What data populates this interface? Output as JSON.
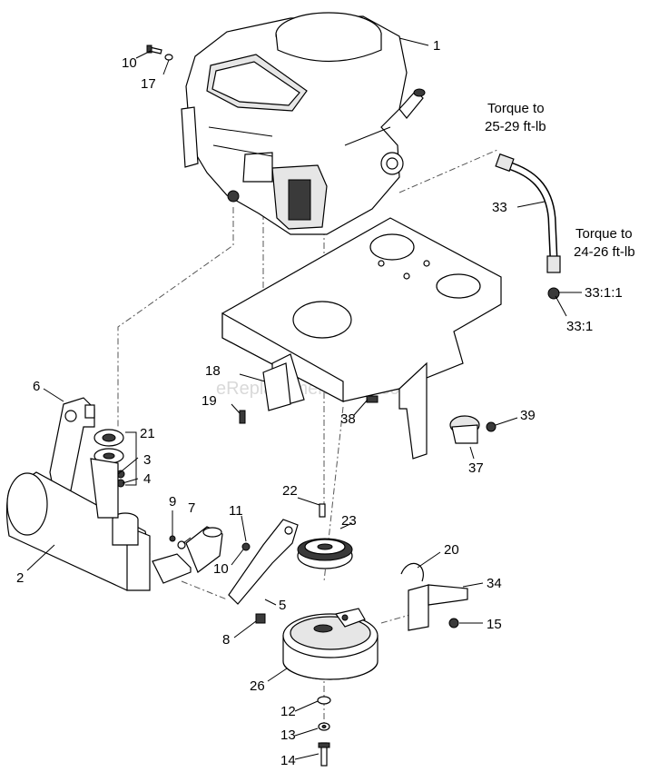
{
  "watermark": "eReplacementParts.com",
  "notes": {
    "torque_a_line1": "Torque to",
    "torque_a_line2": "25-29 ft-lb",
    "torque_b_line1": "Torque to",
    "torque_b_line2": "24-26 ft-lb"
  },
  "callouts": {
    "c1": "1",
    "c10a": "10",
    "c17": "17",
    "c33": "33",
    "c33_1_1": "33:1:1",
    "c33_1": "33:1",
    "c6": "6",
    "c21": "21",
    "c3": "3",
    "c4": "4",
    "c18": "18",
    "c19": "19",
    "c38": "38",
    "c39": "39",
    "c37": "37",
    "c2": "2",
    "c9": "9",
    "c7": "7",
    "c11": "11",
    "c10b": "10",
    "c22": "22",
    "c23": "23",
    "c5": "5",
    "c8": "8",
    "c20": "20",
    "c34": "34",
    "c15": "15",
    "c26": "26",
    "c12": "12",
    "c13": "13",
    "c14": "14"
  }
}
